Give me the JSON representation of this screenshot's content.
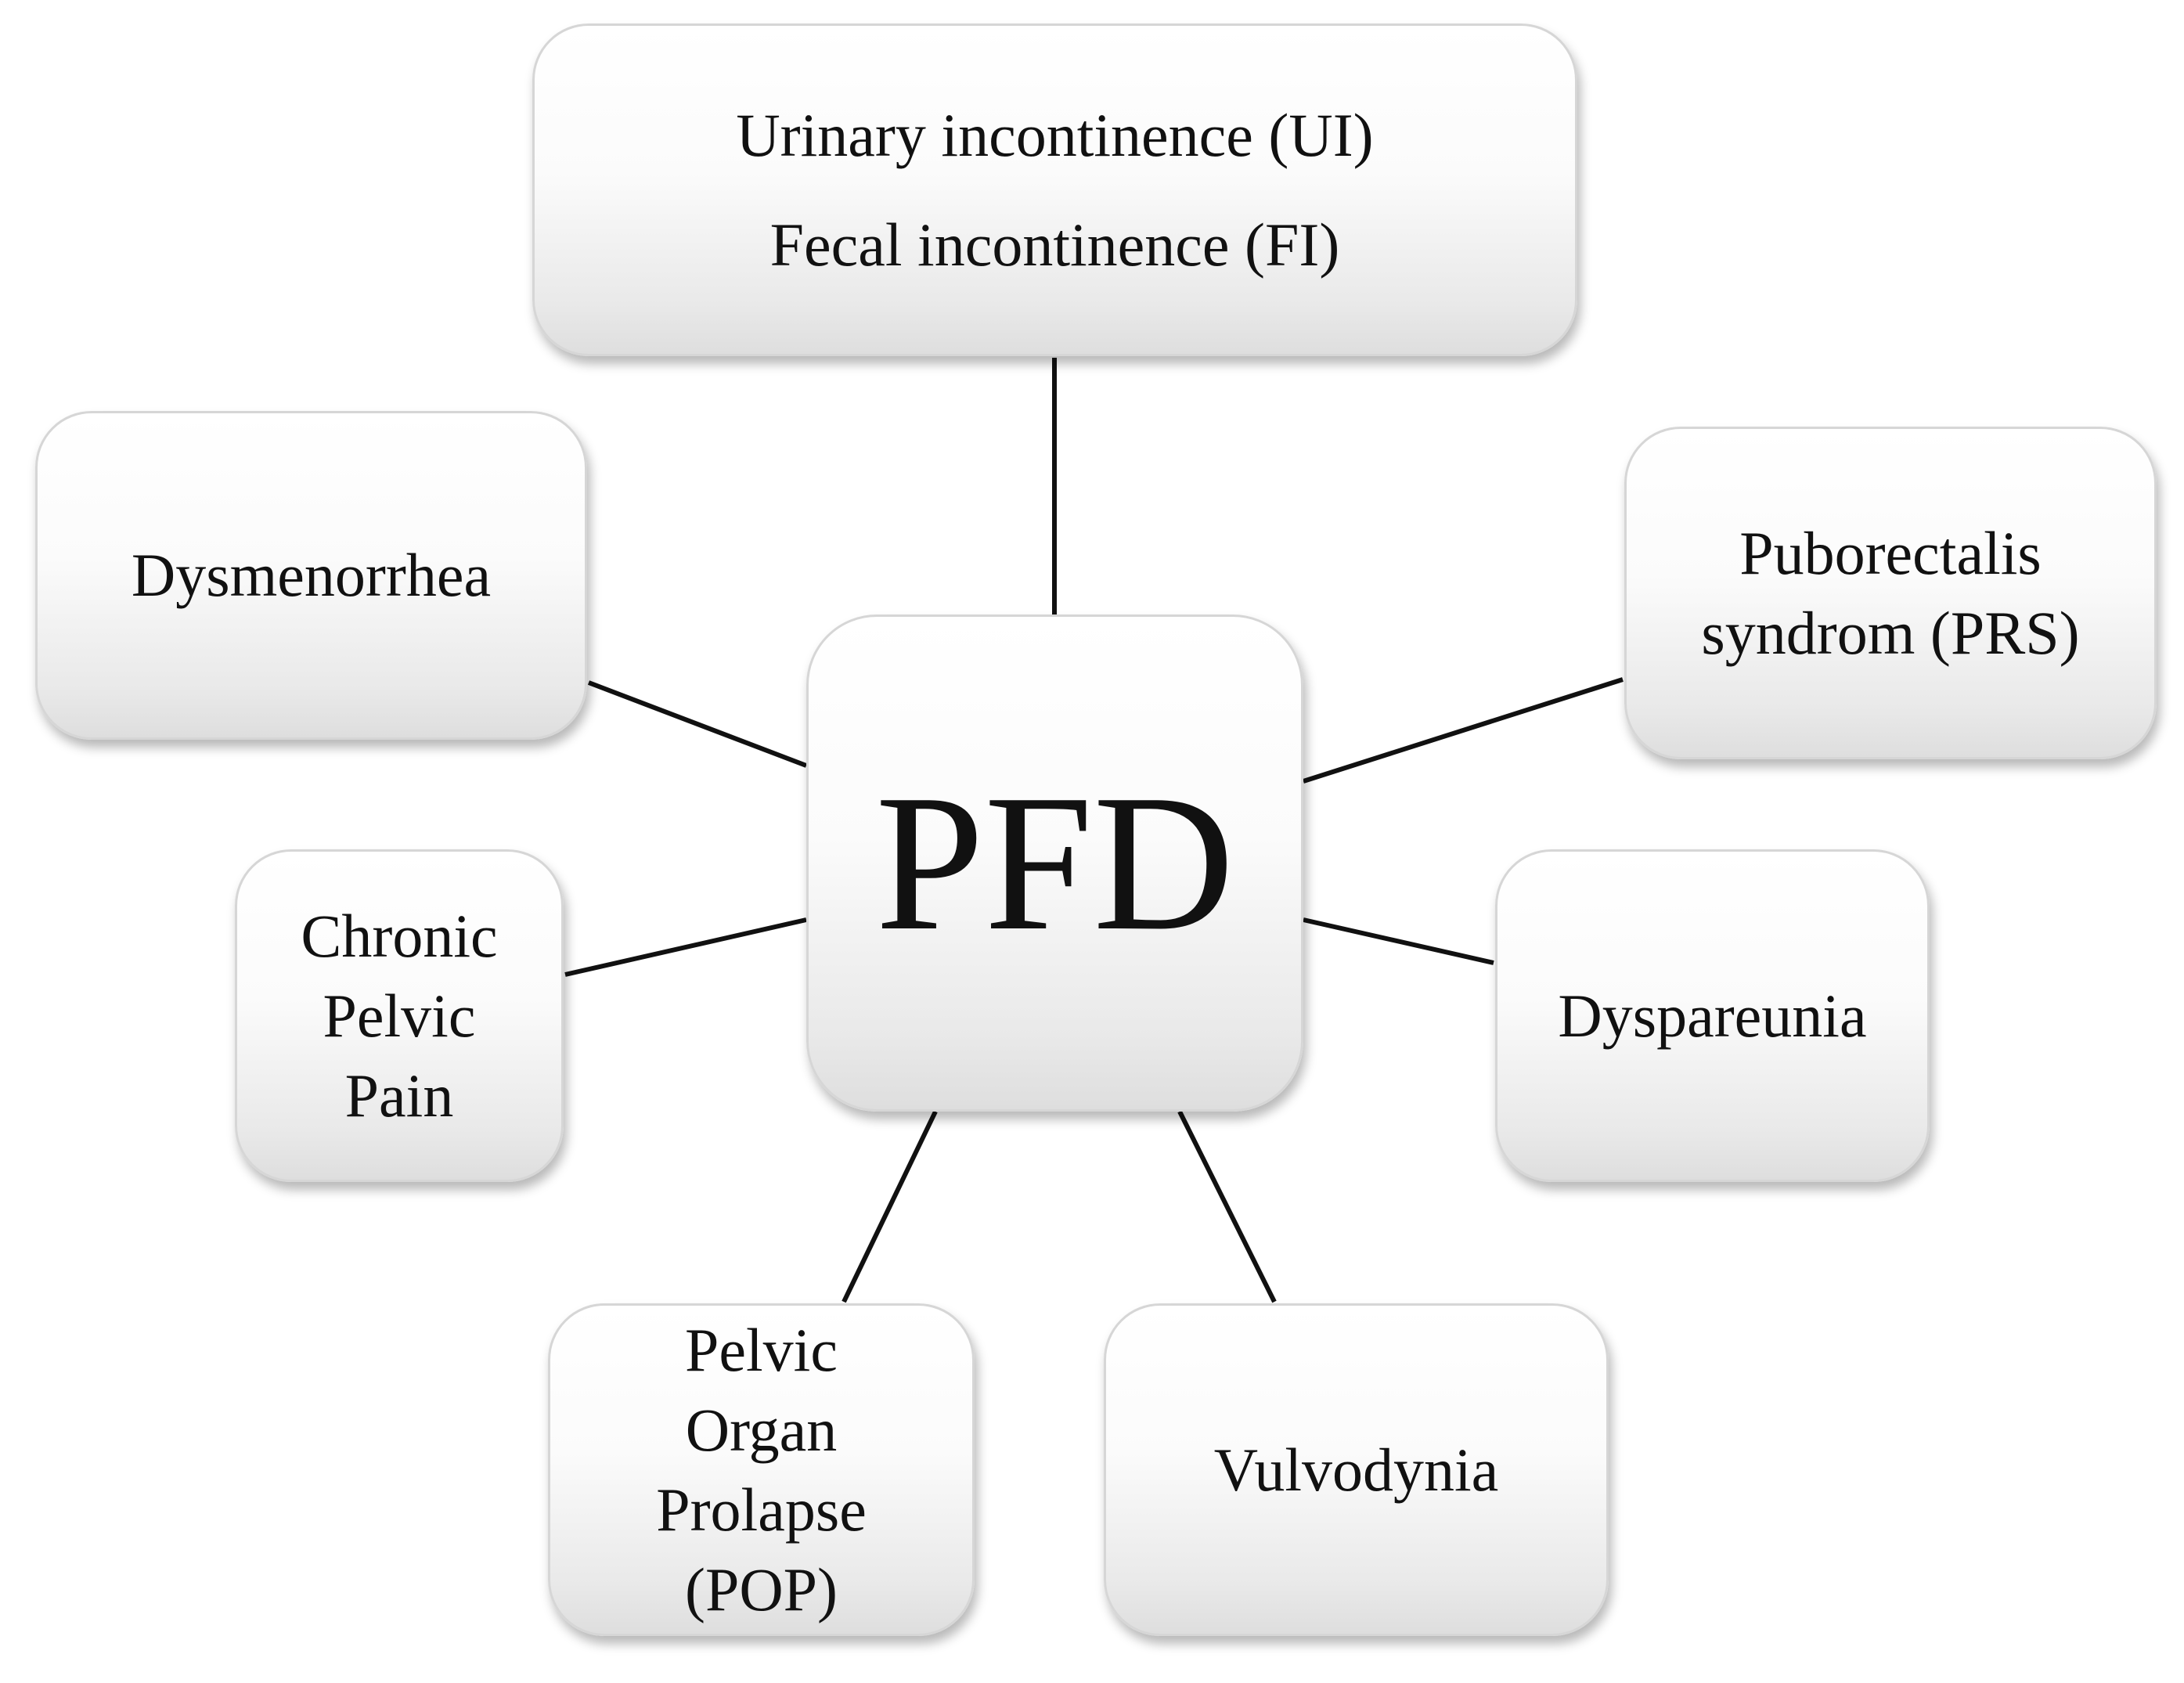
{
  "diagram": {
    "center": {
      "label": "PFD"
    },
    "nodes": [
      {
        "id": "ui-fi",
        "lines": [
          "Urinary incontinence  (UI)",
          "Fecal incontinence (FI)"
        ]
      },
      {
        "id": "dysmenorrhea",
        "lines": [
          "Dysmenorrhea"
        ]
      },
      {
        "id": "prs",
        "lines": [
          "Puborectalis",
          "syndrom (PRS)"
        ]
      },
      {
        "id": "cpp",
        "lines": [
          "Chronic",
          "Pelvic",
          "Pain"
        ]
      },
      {
        "id": "dyspareunia",
        "lines": [
          "Dyspareunia"
        ]
      },
      {
        "id": "pop",
        "lines": [
          "Pelvic",
          "Organ",
          "Prolapse",
          "(POP)"
        ]
      },
      {
        "id": "vulvodynia",
        "lines": [
          "Vulvodynia"
        ]
      }
    ],
    "edges": [
      {
        "from": "PFD",
        "to": "ui-fi"
      },
      {
        "from": "PFD",
        "to": "dysmenorrhea"
      },
      {
        "from": "PFD",
        "to": "prs"
      },
      {
        "from": "PFD",
        "to": "cpp"
      },
      {
        "from": "PFD",
        "to": "dyspareunia"
      },
      {
        "from": "PFD",
        "to": "pop"
      },
      {
        "from": "PFD",
        "to": "vulvodynia"
      }
    ]
  }
}
